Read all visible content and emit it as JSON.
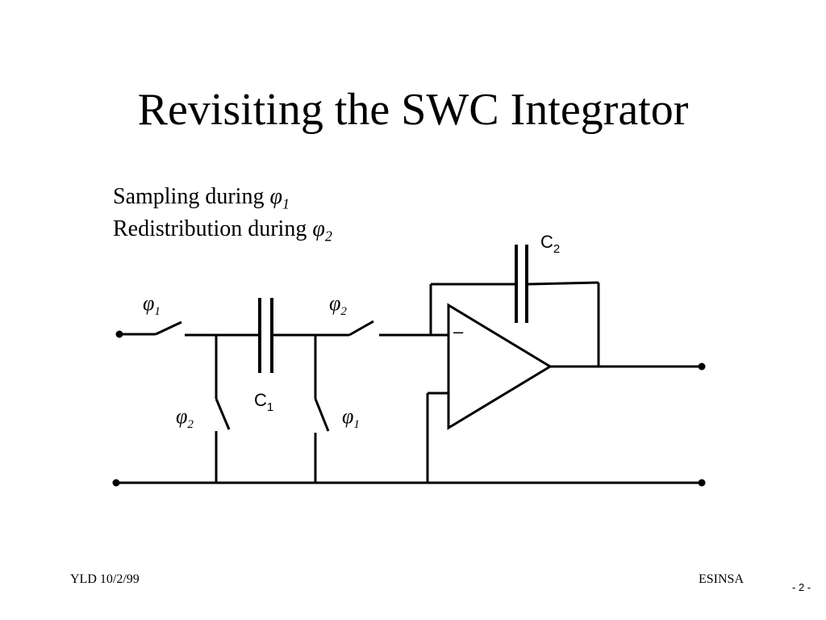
{
  "slide": {
    "title": "Revisiting the SWC Integrator",
    "lines": [
      {
        "text": "Sampling during ",
        "phase_symbol": "φ",
        "phase_index": "1"
      },
      {
        "text": "Redistribution during ",
        "phase_symbol": "φ",
        "phase_index": "2"
      }
    ]
  },
  "circuit": {
    "switch_labels": [
      {
        "symbol": "φ",
        "index": "1"
      },
      {
        "symbol": "φ",
        "index": "2"
      },
      {
        "symbol": "φ",
        "index": "2"
      },
      {
        "symbol": "φ",
        "index": "1"
      }
    ],
    "capacitors": [
      {
        "symbol": "C",
        "index": "1"
      },
      {
        "symbol": "C",
        "index": "2"
      }
    ],
    "opamp_inverting_sign": "–"
  },
  "footer": {
    "left": "YLD 10/2/99",
    "right": "ESINSA",
    "page": "- 2 -"
  }
}
